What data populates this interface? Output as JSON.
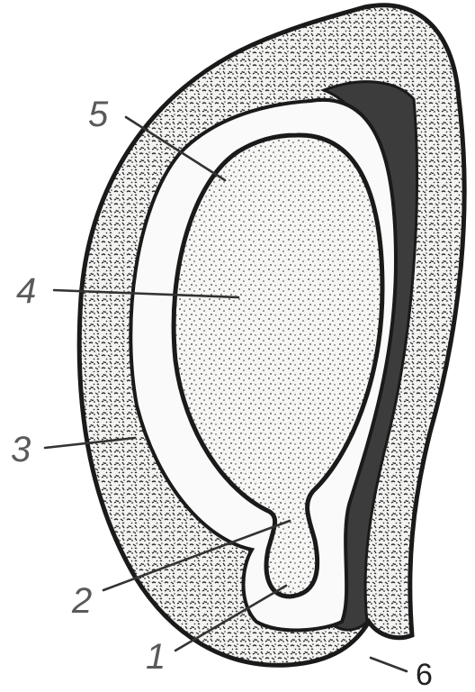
{
  "diagram": {
    "labels": [
      {
        "id": "1",
        "text": "1"
      },
      {
        "id": "2",
        "text": "2"
      },
      {
        "id": "3",
        "text": "3"
      },
      {
        "id": "4",
        "text": "4"
      },
      {
        "id": "5",
        "text": "5"
      },
      {
        "id": "6",
        "text": "6"
      }
    ],
    "colors": {
      "background": "#ffffff",
      "outline": "#1a1a1a",
      "texture": "#2b2b2b",
      "dark_band": "#3c3c3c",
      "light_layer": "#fafafa"
    }
  }
}
